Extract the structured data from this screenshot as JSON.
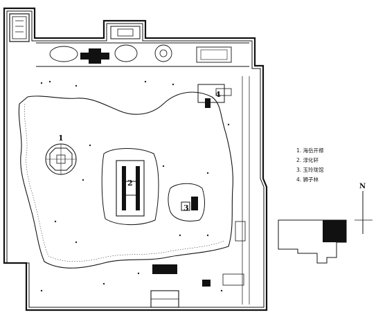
{
  "legend": [
    "1. 海岳开襟",
    "2. 淳化轩",
    "3. 玉玲珑馆",
    "4. 狮子林"
  ],
  "site_labels": [
    "1",
    "2",
    "3",
    "4"
  ],
  "north_label": "N"
}
